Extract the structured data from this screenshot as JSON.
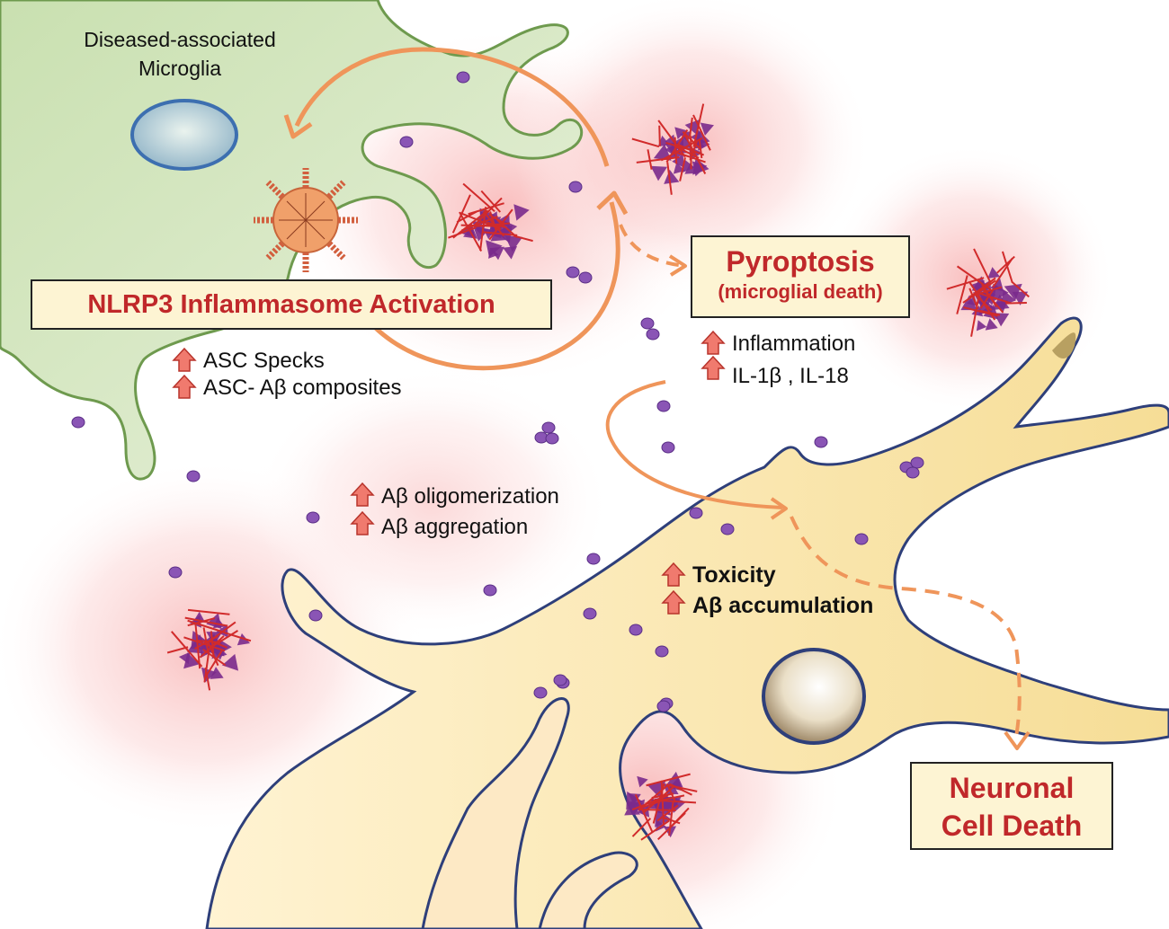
{
  "microglia_label": [
    "Diseased-associated",
    "Microglia"
  ],
  "nlrp3_box": "NLRP3 Inflammasome Activation",
  "pyroptosis_box": {
    "title": "Pyroptosis",
    "subtitle": "(microglial death)"
  },
  "neuron_death_box": [
    "Neuronal",
    "Cell Death"
  ],
  "asc_effects": [
    "ASC Specks",
    "ASC- Aβ composites"
  ],
  "pyroptosis_effects": [
    "Inflammation",
    "IL-1β , IL-18"
  ],
  "abeta_effects": [
    "Aβ oligomerization",
    "Aβ aggregation"
  ],
  "neuron_effects": [
    "Toxicity",
    "Aβ accumulation"
  ],
  "colors": {
    "microglia_fill": "#dcebc9",
    "microglia_stroke": "#6e9a4e",
    "neuron_fill": "#fbe7b0",
    "neuron_stroke": "#2e3f7a",
    "arrow_orange": "#ef955a",
    "box_text_red": "#c0282a",
    "plaque_purple": "#7a2a8c",
    "up_arrow_red": "#e2574c"
  },
  "icons": [
    "up-arrow-icon",
    "amyloid-plaque-icon",
    "abeta-monomer-icon",
    "asc-speck-icon",
    "nucleus-icon"
  ]
}
